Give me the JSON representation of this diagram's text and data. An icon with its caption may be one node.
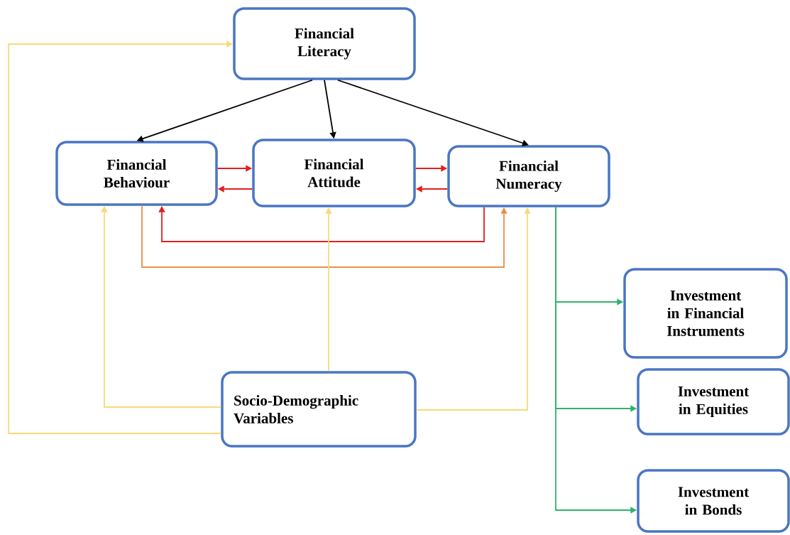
{
  "diagram": {
    "nodes": [
      {
        "text": [
          "Financial Literacy"
        ]
      },
      {
        "text": [
          "Financial Behaviour"
        ]
      },
      {
        "text": [
          "Financial Attitude"
        ]
      },
      {
        "text": [
          "Financial Numeracy"
        ]
      },
      {
        "text": [
          "Investment in Financial Instruments"
        ]
      },
      {
        "text": [
          "Investment in Equities"
        ]
      },
      {
        "text": [
          "Investment in Bonds"
        ]
      },
      {
        "text": [
          "Socio-Demographic Variables"
        ]
      }
    ],
    "edges": [
      {
        "from": 0,
        "to": 1,
        "arrow": "to",
        "color": "#000000"
      },
      {
        "from": 0,
        "to": 2,
        "arrow": "to",
        "color": "#000000"
      },
      {
        "from": 0,
        "to": 3,
        "arrow": "to",
        "color": "#000000"
      },
      {
        "from": 1,
        "to": 2,
        "arrow": "to",
        "color": "#e02020"
      },
      {
        "from": 2,
        "to": 1,
        "arrow": "to",
        "color": "#e02020"
      },
      {
        "from": 2,
        "to": 3,
        "arrow": "to",
        "color": "#e02020"
      },
      {
        "from": 3,
        "to": 2,
        "arrow": "to",
        "color": "#e02020"
      },
      {
        "from": 3,
        "to": 1,
        "arrow": "to",
        "color": "#e02020"
      },
      {
        "from": 1,
        "to": 3,
        "arrow": "to",
        "color": "#e8904a"
      },
      {
        "from": 7,
        "to": 1,
        "arrow": "to",
        "color": "#f9d978"
      },
      {
        "from": 7,
        "to": 0,
        "arrow": "to",
        "color": "#f9d978"
      },
      {
        "from": 7,
        "to": 2,
        "arrow": "to",
        "color": "#f9d978"
      },
      {
        "from": 7,
        "to": 3,
        "arrow": "to",
        "color": "#f9d978"
      },
      {
        "from": 3,
        "to": 4,
        "arrow": "to",
        "color": "#2eb46a"
      },
      {
        "from": 3,
        "to": 5,
        "arrow": "to",
        "color": "#2eb46a"
      },
      {
        "from": 3,
        "to": 6,
        "arrow": "to",
        "color": "#2eb46a"
      }
    ]
  }
}
